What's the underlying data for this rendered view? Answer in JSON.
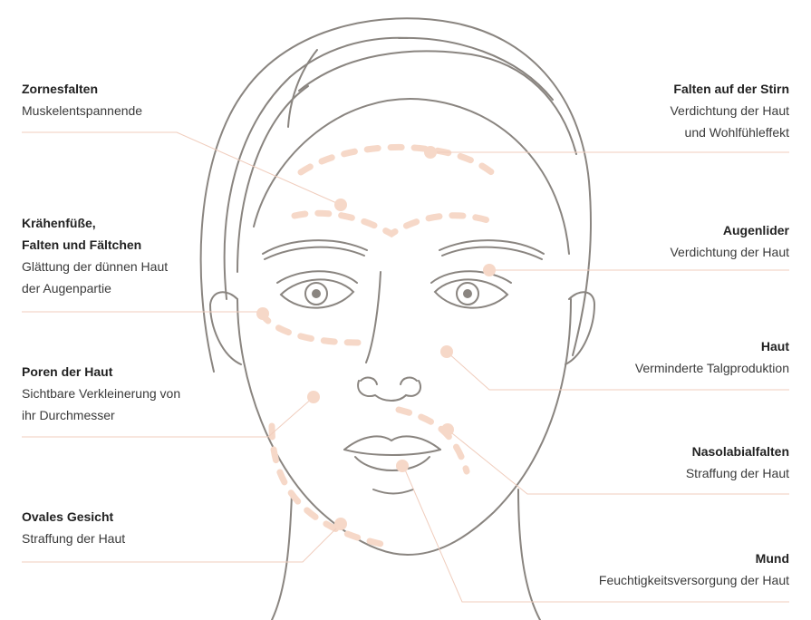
{
  "colors": {
    "face_line": "#8a8580",
    "marker": "#f6d8c8",
    "leader_line": "#f0cdbd"
  },
  "annotations": {
    "zornesfalten": {
      "title": "Zornesfalten",
      "desc": [
        "Muskelentspannende"
      ]
    },
    "kraehenfuesse": {
      "title": [
        "Krähenfüße,",
        "Falten und Fältchen"
      ],
      "desc": [
        "Glättung der dünnen Haut",
        "der Augenpartie"
      ]
    },
    "poren": {
      "title": "Poren der Haut",
      "desc": [
        "Sichtbare Verkleinerung von",
        "ihr Durchmesser"
      ]
    },
    "ovales_gesicht": {
      "title": "Ovales Gesicht",
      "desc": [
        "Straffung der Haut"
      ]
    },
    "stirn": {
      "title": "Falten auf der Stirn",
      "desc": [
        "Verdichtung der Haut",
        "und Wohlfühleffekt"
      ]
    },
    "augenlider": {
      "title": "Augenlider",
      "desc": [
        "Verdichtung der Haut"
      ]
    },
    "haut": {
      "title": "Haut",
      "desc": [
        "Verminderte Talgproduktion"
      ]
    },
    "nasolabialfalten": {
      "title": "Nasolabialfalten",
      "desc": [
        "Straffung der Haut"
      ]
    },
    "mund": {
      "title": "Mund",
      "desc": [
        "Feuchtigkeitsversorgung der Haut"
      ]
    }
  }
}
